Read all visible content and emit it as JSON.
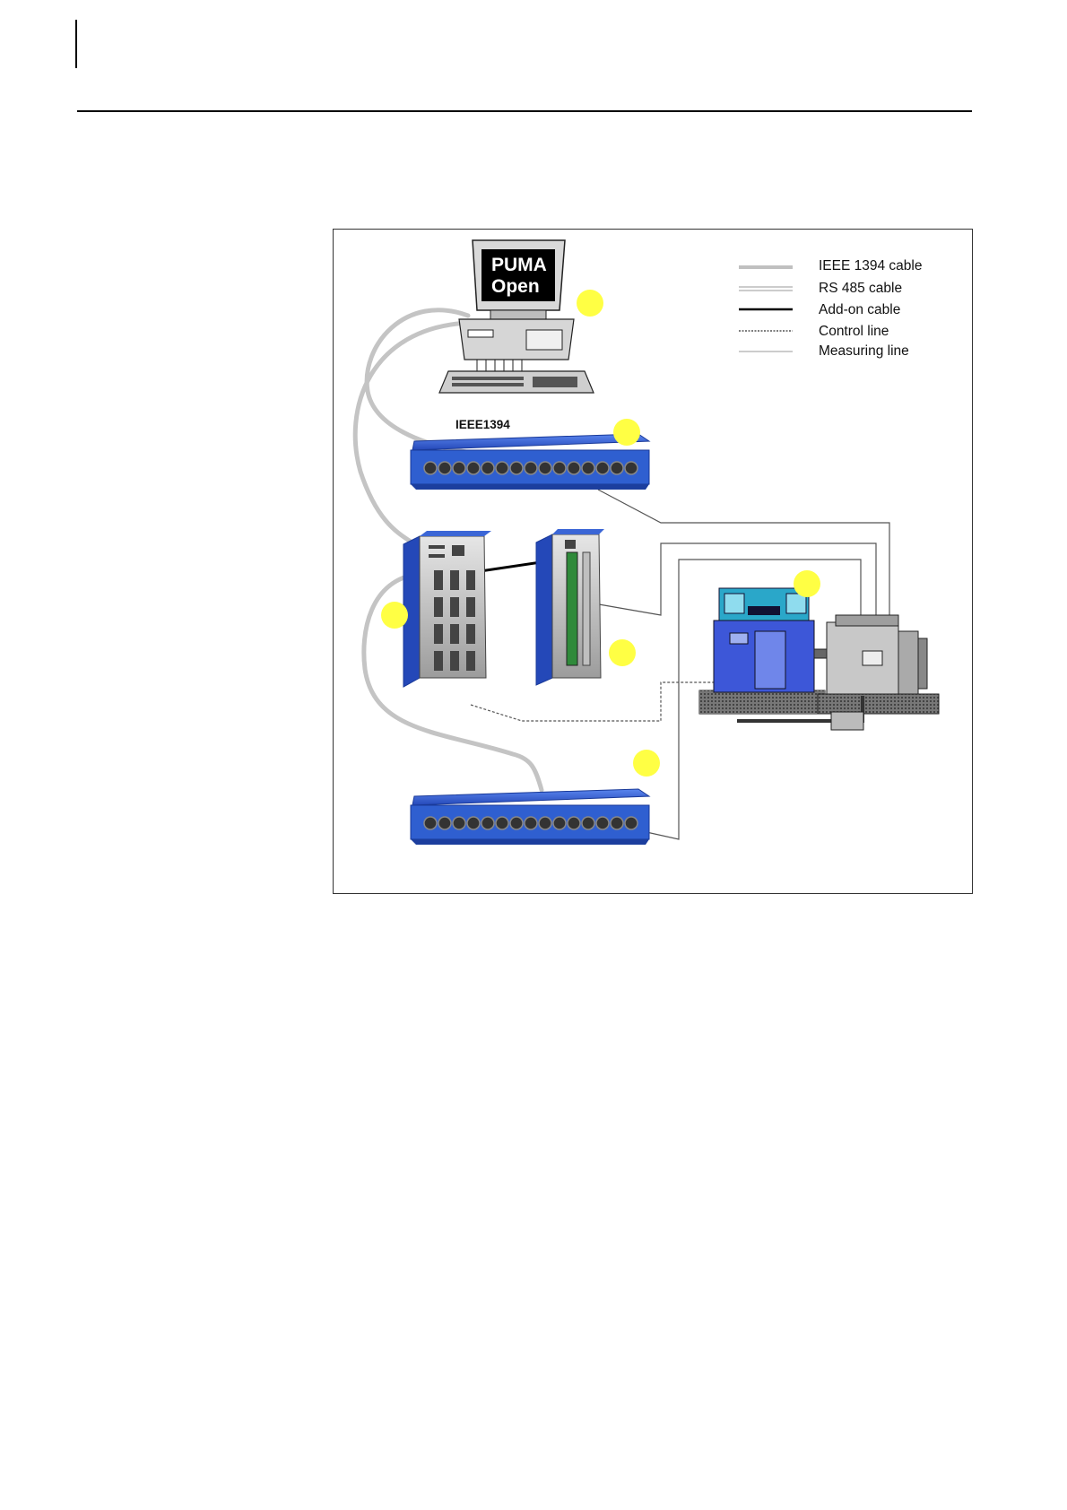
{
  "diagram": {
    "monitor_text": {
      "line1": "PUMA",
      "line2": "Open"
    },
    "bus_label": "IEEE1394",
    "legend": [
      {
        "label": "IEEE 1394 cable",
        "style": "thick-gray",
        "color": "#bdbdbd"
      },
      {
        "label": "RS 485 cable",
        "style": "double-thin",
        "color": "#9a9a9a"
      },
      {
        "label": "Add-on cable",
        "style": "thick-black",
        "color": "#000000"
      },
      {
        "label": "Control line",
        "style": "dotted",
        "color": "#333333"
      },
      {
        "label": "Measuring line",
        "style": "thin",
        "color": "#9a9a9a"
      }
    ],
    "callout_color": "#ffff44",
    "device_color": "#2f5fd0"
  }
}
